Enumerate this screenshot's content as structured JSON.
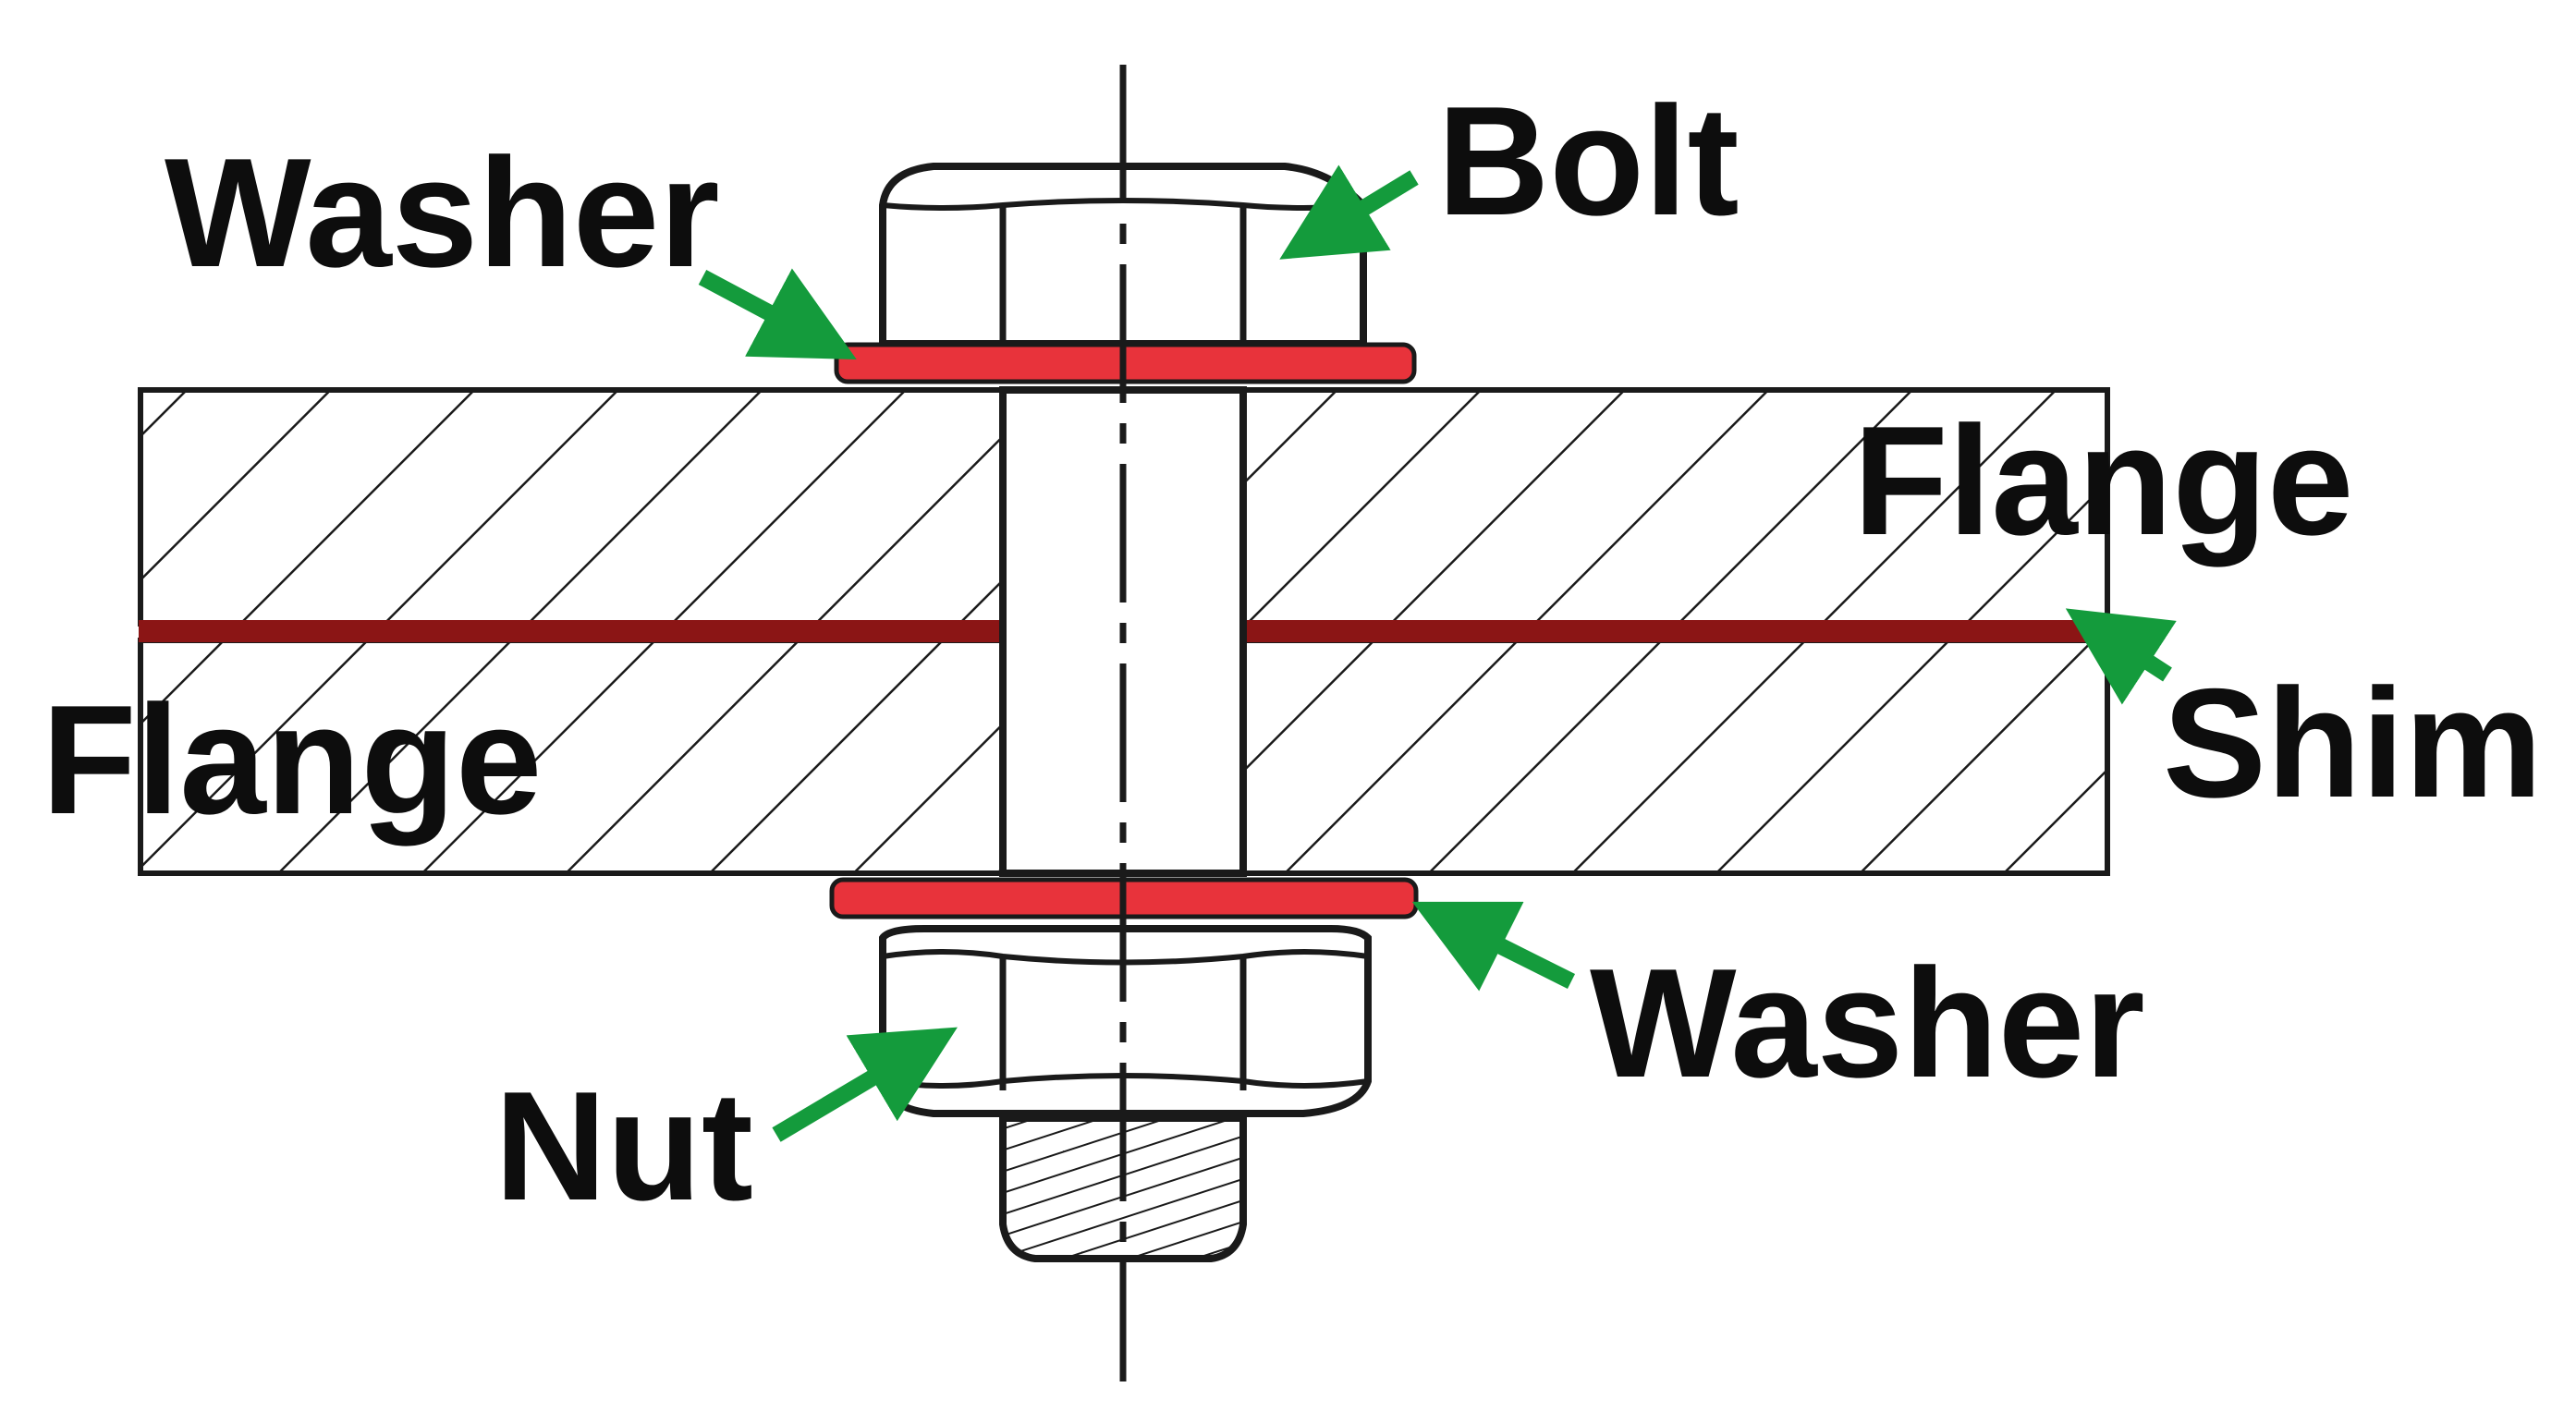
{
  "diagram": {
    "labels": {
      "bolt": "Bolt",
      "washer_top": "Washer",
      "washer_bottom": "Washer",
      "flange_upper": "Flange",
      "flange_lower": "Flange",
      "shim": "Shim",
      "nut": "Nut"
    },
    "colors": {
      "washer": "#e8333b",
      "shim": "#8b1515",
      "arrow": "#149b3c",
      "outline": "#1a1a1a",
      "hatch": "#1a1a1a",
      "background": "#ffffff"
    }
  }
}
